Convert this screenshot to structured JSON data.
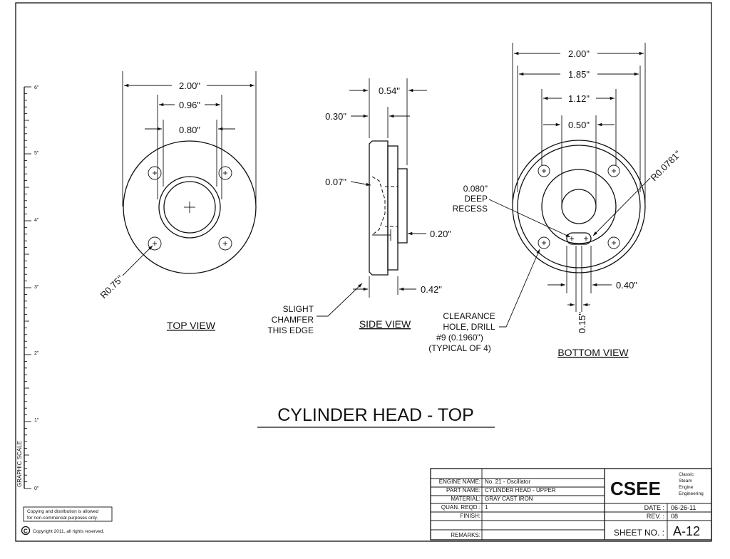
{
  "scale": {
    "label": "GRAPHIC SCALE",
    "ticks": [
      "6\"",
      "5\"",
      "4\"",
      "3\"",
      "2\"",
      "1\"",
      "0\""
    ]
  },
  "copyright": {
    "notice_line1": "Copying and distribution is allowed",
    "notice_line2": "for non-commercial purposes only.",
    "symbol": "C",
    "text": "Copyright 2011, all rights reserved."
  },
  "views": {
    "top": {
      "label": "TOP VIEW",
      "dims": [
        "2.00\"",
        "0.96\"",
        "0.80\"",
        "R0.75\""
      ]
    },
    "side": {
      "label": "SIDE VIEW",
      "dims": [
        "0.54\"",
        "0.30\"",
        "0.07\"",
        "0.20\"",
        "0.42\""
      ],
      "note": [
        "SLIGHT",
        "CHAMFER",
        "THIS EDGE"
      ]
    },
    "bottom": {
      "label": "BOTTOM VIEW",
      "dims": [
        "2.00\"",
        "1.85\"",
        "1.12\"",
        "0.50\"",
        "R0.0781\"",
        "0.40\"",
        "0.15\""
      ],
      "recess_note": [
        "0.080\"",
        "DEEP",
        "RECESS"
      ],
      "hole_note": [
        "CLEARANCE",
        "HOLE, DRILL",
        "#9 (0.1960\")",
        "(TYPICAL OF 4)"
      ]
    }
  },
  "title": "CYLINDER HEAD - TOP",
  "title_block": {
    "rows": [
      {
        "label": "ENGINE NAME:",
        "value": "No. 21 - Oscillator"
      },
      {
        "label": "PART NAME:",
        "value": "CYLINDER HEAD - UPPER"
      },
      {
        "label": "MATERIAL:",
        "value": "GRAY CAST IRON"
      },
      {
        "label": "QUAN. REQD.:",
        "value": "1"
      },
      {
        "label": "FINISH:",
        "value": ""
      },
      {
        "label": "",
        "value": ""
      },
      {
        "label": "REMARKS:",
        "value": ""
      }
    ],
    "logo": "CSEE",
    "logo_words": [
      "Classic",
      "Steam",
      "Engine",
      "Engineering"
    ],
    "date_label": "DATE :",
    "date": "06-26-11",
    "rev_label": "REV. :",
    "rev": "08",
    "sheet_label": "SHEET NO. :",
    "sheet": "A-12"
  }
}
